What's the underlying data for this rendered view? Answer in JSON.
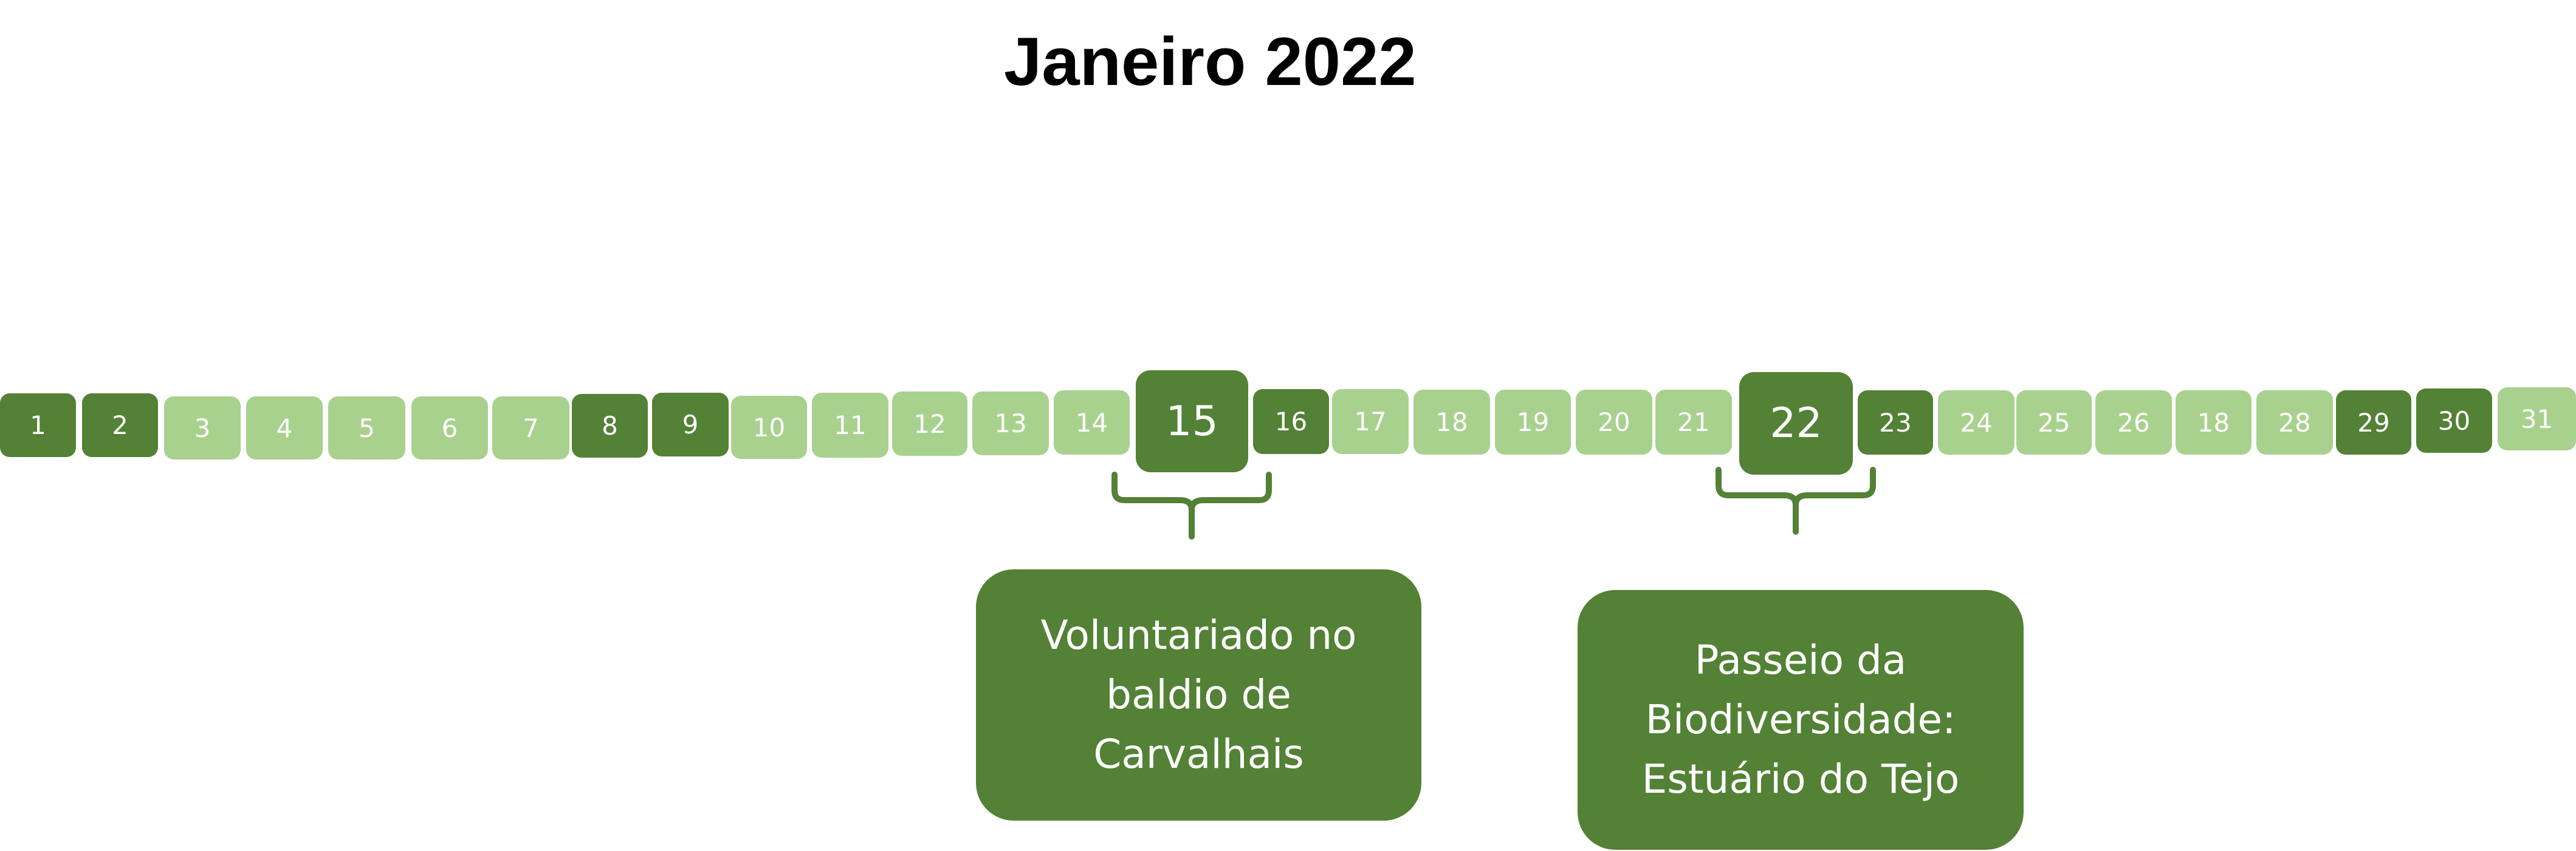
{
  "title": "Janeiro 2022",
  "colors": {
    "dark": "#538135",
    "light": "#a9d18e",
    "text": "#ffffff"
  },
  "days": [
    {
      "label": "1",
      "tone": "dark",
      "highlight": false
    },
    {
      "label": "2",
      "tone": "dark",
      "highlight": false
    },
    {
      "label": "3",
      "tone": "light",
      "highlight": false
    },
    {
      "label": "4",
      "tone": "light",
      "highlight": false
    },
    {
      "label": "5",
      "tone": "light",
      "highlight": false
    },
    {
      "label": "6",
      "tone": "light",
      "highlight": false
    },
    {
      "label": "7",
      "tone": "light",
      "highlight": false
    },
    {
      "label": "8",
      "tone": "dark",
      "highlight": false
    },
    {
      "label": "9",
      "tone": "dark",
      "highlight": false
    },
    {
      "label": "10",
      "tone": "light",
      "highlight": false
    },
    {
      "label": "11",
      "tone": "light",
      "highlight": false
    },
    {
      "label": "12",
      "tone": "light",
      "highlight": false
    },
    {
      "label": "13",
      "tone": "light",
      "highlight": false
    },
    {
      "label": "14",
      "tone": "light",
      "highlight": false
    },
    {
      "label": "15",
      "tone": "dark",
      "highlight": true
    },
    {
      "label": "16",
      "tone": "dark",
      "highlight": false
    },
    {
      "label": "17",
      "tone": "light",
      "highlight": false
    },
    {
      "label": "18",
      "tone": "light",
      "highlight": false
    },
    {
      "label": "19",
      "tone": "light",
      "highlight": false
    },
    {
      "label": "20",
      "tone": "light",
      "highlight": false
    },
    {
      "label": "21",
      "tone": "light",
      "highlight": false
    },
    {
      "label": "22",
      "tone": "dark",
      "highlight": true
    },
    {
      "label": "23",
      "tone": "dark",
      "highlight": false
    },
    {
      "label": "24",
      "tone": "light",
      "highlight": false
    },
    {
      "label": "25",
      "tone": "light",
      "highlight": false
    },
    {
      "label": "26",
      "tone": "light",
      "highlight": false
    },
    {
      "label": "18",
      "tone": "light",
      "highlight": false
    },
    {
      "label": "28",
      "tone": "light",
      "highlight": false
    },
    {
      "label": "29",
      "tone": "dark",
      "highlight": false
    },
    {
      "label": "30",
      "tone": "dark",
      "highlight": false
    },
    {
      "label": "31",
      "tone": "light",
      "highlight": false
    }
  ],
  "events": [
    {
      "day": "15",
      "lines": [
        "Voluntariado no",
        "baldio de",
        "Carvalhais"
      ]
    },
    {
      "day": "22",
      "lines": [
        "Passeio da",
        "Biodiversidade:",
        "Estuário do Tejo"
      ]
    }
  ]
}
